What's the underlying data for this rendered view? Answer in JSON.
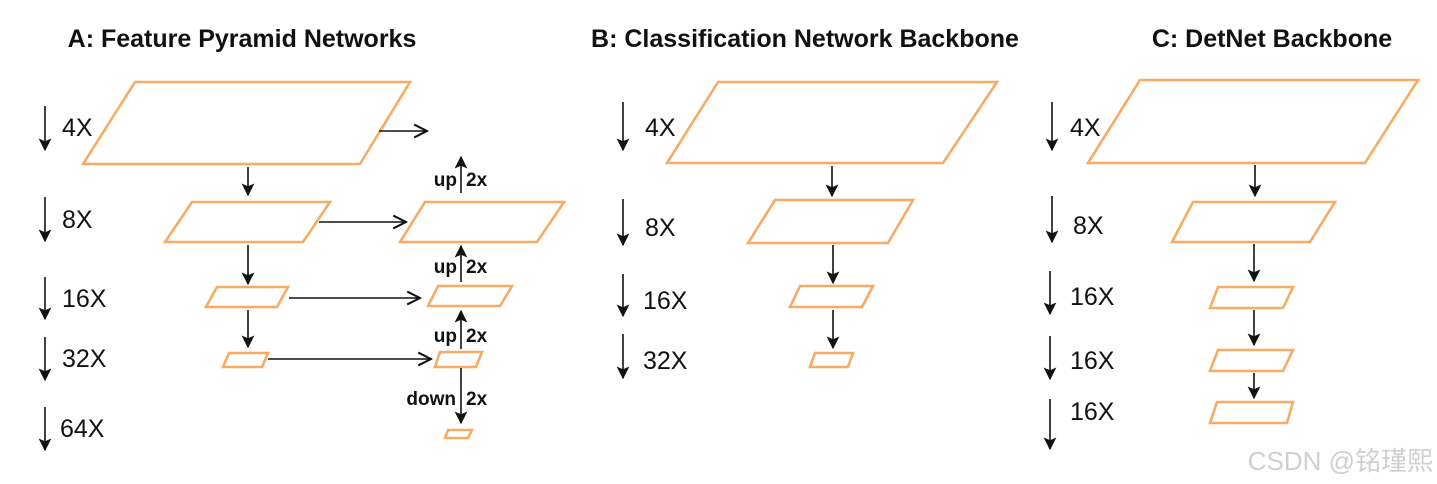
{
  "panels": [
    {
      "title": "A: Feature Pyramid Networks",
      "scales": [
        "4X",
        "8X",
        "16X",
        "32X",
        "64X"
      ]
    },
    {
      "title": "B: Classification Network Backbone",
      "scales": [
        "4X",
        "8X",
        "16X",
        "32X"
      ]
    },
    {
      "title": "C: DetNet Backbone",
      "scales": [
        "4X",
        "8X",
        "16X",
        "16X",
        "16X"
      ]
    }
  ],
  "annotations": {
    "up": {
      "word": "up",
      "factor": "2x"
    },
    "down": {
      "word": "down",
      "factor": "2x"
    }
  },
  "watermark": "CSDN @铭瑾熙",
  "colors": {
    "feature_map_outline": "#F7AB64",
    "arrow": "#111111",
    "text": "#111111",
    "watermark": "#cfcfcf",
    "background": "#ffffff"
  }
}
